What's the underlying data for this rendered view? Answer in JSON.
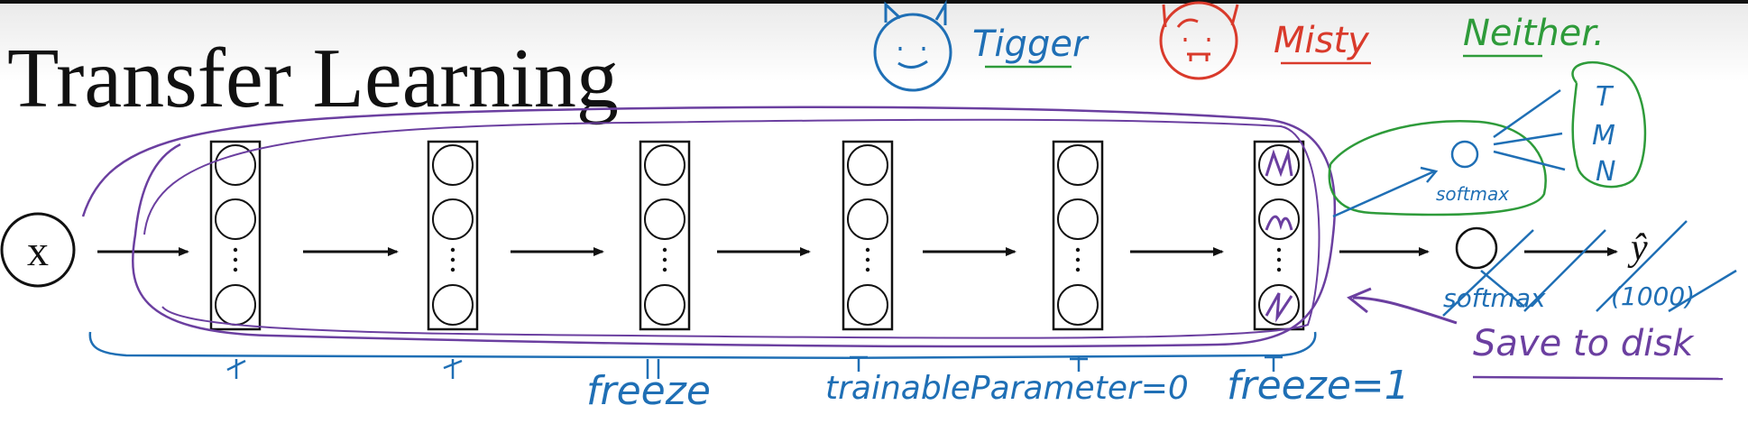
{
  "title": "Transfer Learning",
  "input_label": "x",
  "output_label": "ŷ",
  "classes": {
    "tigger": "Tigger",
    "misty": "Misty",
    "neither": "Neither."
  },
  "new_output": {
    "labels": [
      "T",
      "M",
      "N"
    ],
    "softmax_label": "softmax"
  },
  "old_output": {
    "softmax_label": "softmax",
    "classes_label": "(1000)"
  },
  "annotations": {
    "freeze": "freeze",
    "trainable_parameters": "trainableParameter=0",
    "freeze_eq": "freeze=1",
    "save_to_disk": "Save to disk"
  },
  "colors": {
    "ink": "#111111",
    "blue": "#1f6fb5",
    "red": "#d93a2b",
    "green": "#2e9b3a",
    "purple": "#6b3fa0"
  }
}
